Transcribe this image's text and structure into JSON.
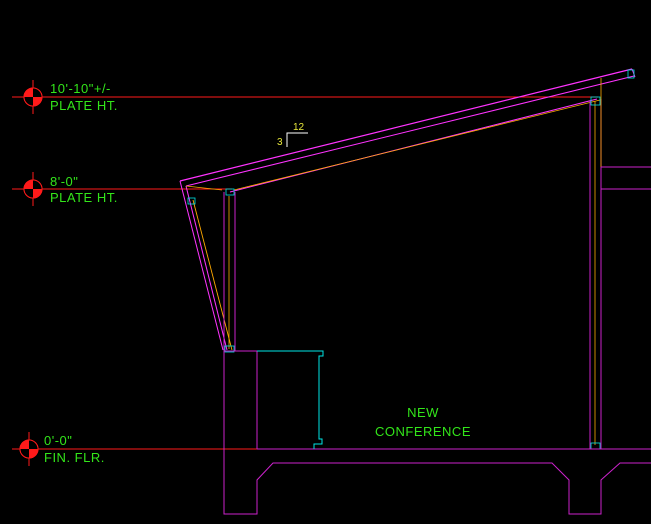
{
  "drawing": {
    "background_color": "#000000",
    "colors": {
      "level_line": "#ff1a1a",
      "roof": "#ff33ff",
      "wall": "#cc22cc",
      "framing": "#ffaa00",
      "slab_fill": "#ffffff",
      "interior": "#00e6e6",
      "text": "#33e61a",
      "slope_text": "#e8e83a"
    },
    "levels": [
      {
        "elevation": "10'-10\"+/-",
        "label": "PLATE HT."
      },
      {
        "elevation": "8'-0\"",
        "label": "PLATE HT."
      },
      {
        "elevation": "0'-0\"",
        "label": "FIN. FLR."
      }
    ],
    "slope": {
      "rise": "3",
      "run": "12"
    },
    "room": {
      "line1": "NEW",
      "line2": "CONFERENCE"
    },
    "markers": [
      {
        "name": "level-marker-icon"
      },
      {
        "name": "level-marker-icon"
      },
      {
        "name": "level-marker-icon"
      }
    ]
  }
}
